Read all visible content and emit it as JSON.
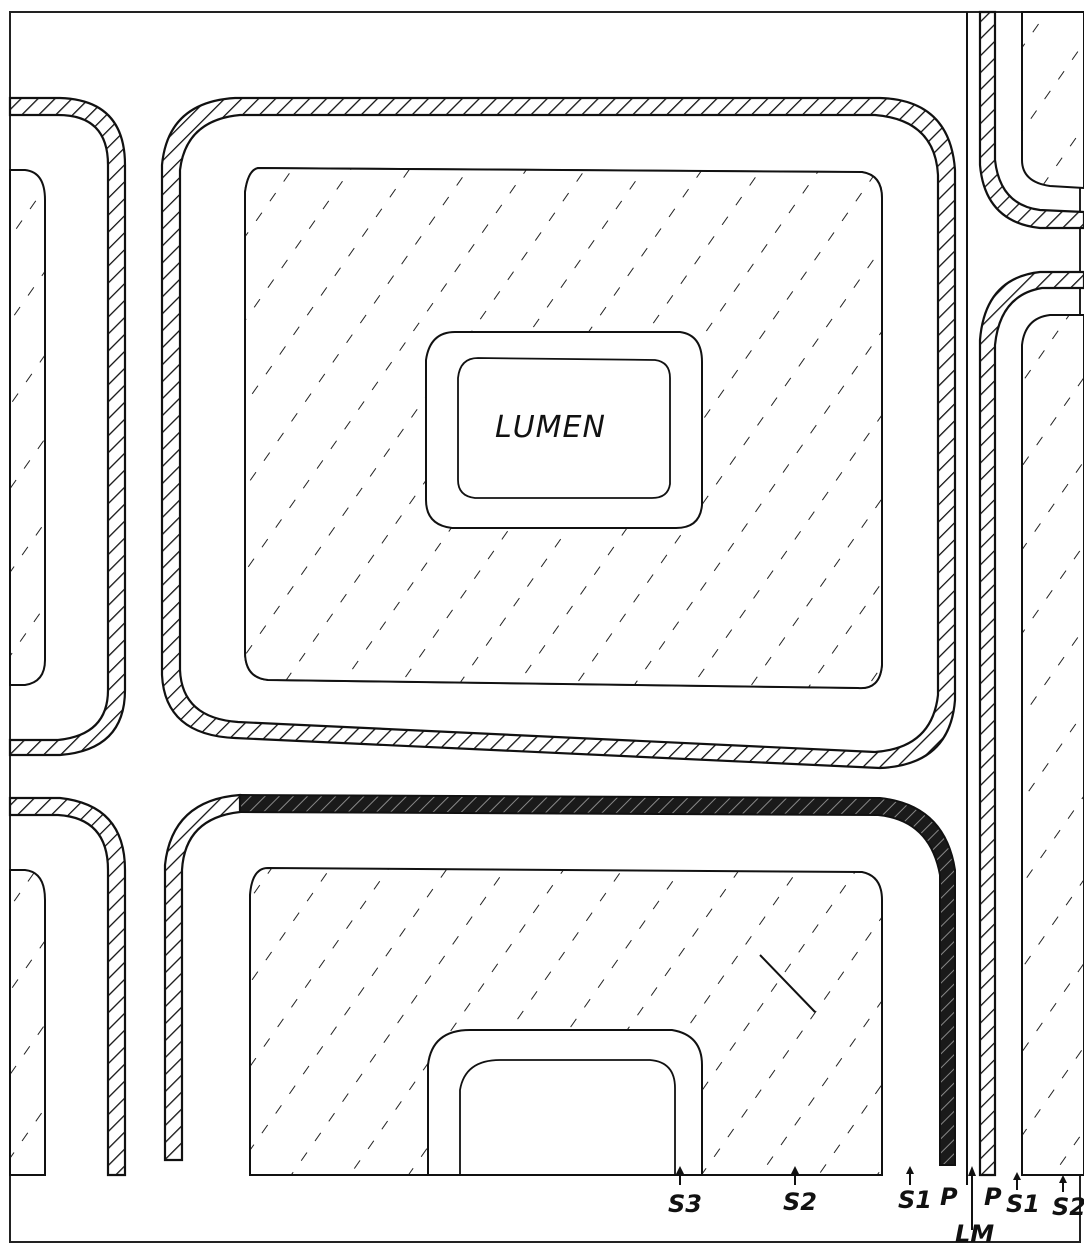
{
  "figure": {
    "lumen_label": "LUMEN",
    "layer_labels": {
      "s3": "S3",
      "s2_left": "S2",
      "s1_left": "S1",
      "p_left": "P",
      "lm": "LM",
      "p_right": "P",
      "s1_right": "S1",
      "s2_right": "S2"
    }
  },
  "colors": {
    "ink": "#111111",
    "paper": "#ffffff",
    "dark_band": "#1a1a1a"
  }
}
